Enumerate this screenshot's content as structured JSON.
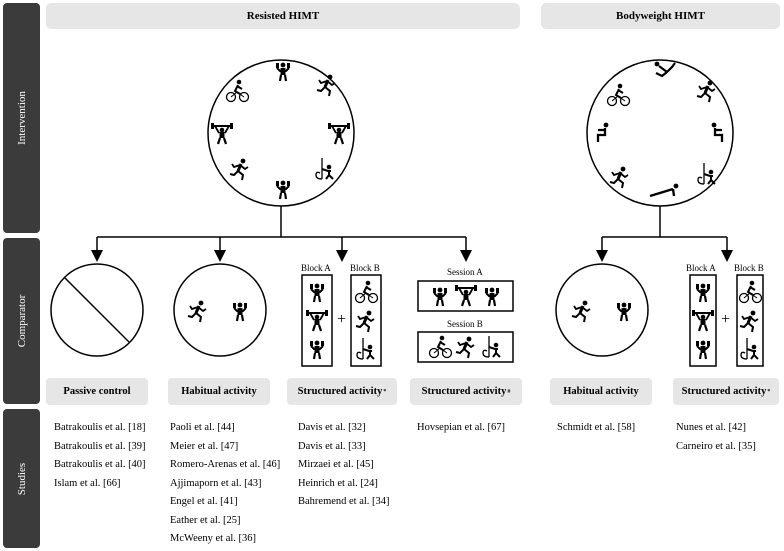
{
  "rows": {
    "intervention": "Intervention",
    "comparator": "Comparator",
    "studies": "Studies"
  },
  "headers": {
    "resisted": "Resisted HIMT",
    "bodyweight": "Bodyweight HIMT"
  },
  "comparators": {
    "passive": "Passive control",
    "habitual": "Habitual activity",
    "structured_star": "Structured activity",
    "structured_hash": "Structured activity",
    "habitual_bw": "Habitual activity",
    "structured_bw": "Structured activity",
    "star": "*",
    "hash": "#"
  },
  "block_labels": {
    "block_a": "Block A",
    "block_b": "Block B",
    "session_a": "Session A",
    "session_b": "Session B",
    "plus": "+"
  },
  "studies": {
    "passive": [
      "Batrakoulis et al. [18]",
      "Batrakoulis et al. [39]",
      "Batrakoulis et al. [40]",
      "Islam et al. [66]"
    ],
    "habitual": [
      "Paoli et al. [44]",
      "Meier et al. [47]",
      "Romero-Arenas et al. [46]",
      "Ajjimaporn et al. [43]",
      "Engel et al. [41]",
      "Eather et al. [25]",
      "McWeeny et al. [36]"
    ],
    "structured_star": [
      "Davis et al. [32]",
      "Davis et al. [33]",
      "Mirzaei et al. [45]",
      "Heinrich et al. [24]",
      "Bahremend et al. [34]"
    ],
    "structured_hash": [
      "Hovsepian et al. [67]"
    ],
    "habitual_bw": [
      "Schmidt et al. [58]"
    ],
    "structured_bw": [
      "Nunes et al. [42]",
      "Carneiro et al. [35]"
    ]
  }
}
